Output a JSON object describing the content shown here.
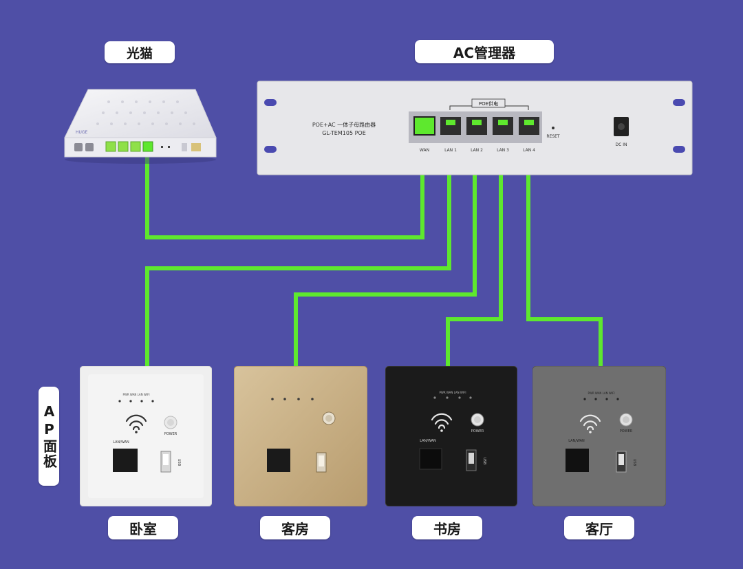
{
  "labels": {
    "modem": "光猫",
    "ac_manager": "AC管理器",
    "ap_panel_vertical": "AP面板",
    "rooms": [
      "卧室",
      "客房",
      "书房",
      "客厅"
    ]
  },
  "ac_device": {
    "line1": "POE+AC 一体子母路由器",
    "line2": "GL-TEM105 POE",
    "poe_group_label": "POE供电",
    "ports": [
      "WAN",
      "LAN 1",
      "LAN 2",
      "LAN 3",
      "LAN 4"
    ],
    "reset_label": "RESET",
    "dc_label": "DC IN"
  },
  "modem_device": {
    "brand": "HUGE"
  },
  "ap_panels": [
    {
      "room": "卧室",
      "finish": "white",
      "indicators": "PWR WAN LAN WIFI",
      "lan_label": "LAN/WAN",
      "power_label": "POWER",
      "usb_label": "USB"
    },
    {
      "room": "客房",
      "finish": "gold"
    },
    {
      "room": "书房",
      "finish": "black",
      "indicators": "PWR WAN LAN WIFI",
      "lan_label": "LAN/WAN",
      "power_label": "POWER",
      "usb_label": "USB"
    },
    {
      "room": "客厅",
      "finish": "gray",
      "indicators": "PWR WAN LAN WIFI",
      "lan_label": "LAN/WAN",
      "power_label": "POWER",
      "usb_label": "USB"
    }
  ],
  "colors": {
    "background": "#4f4fa6",
    "cable": "#5ee82e",
    "panel_white": "#eeeeee",
    "panel_gold": "#c9b088",
    "panel_black": "#1b1b1b",
    "panel_gray": "#6f6f6f"
  }
}
